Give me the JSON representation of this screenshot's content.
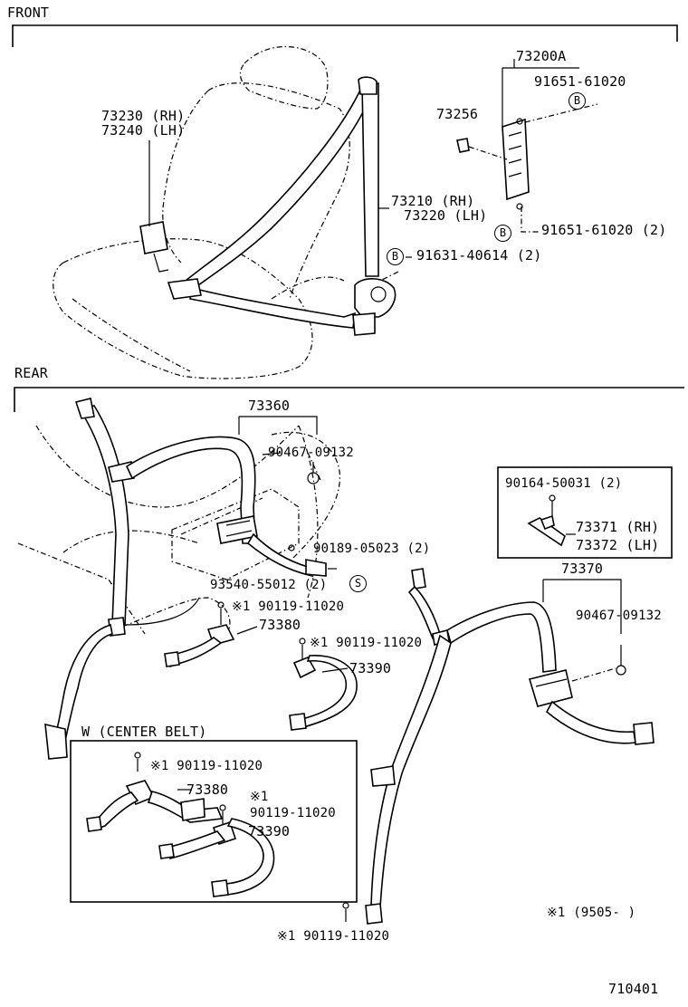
{
  "sections": {
    "front": "FRONT",
    "rear": "REAR"
  },
  "front_parts": {
    "p73200A": "73200A",
    "p91651_61020": "91651-61020",
    "p73256": "73256",
    "p73230": "73230 (RH)",
    "p73240": "73240 (LH)",
    "p73210": "73210 (RH)",
    "p73220": "73220 (LH)",
    "p91651_61020_2": "91651-61020 (2)",
    "p91631_40614_2": "91631-40614 (2)",
    "marker_b": "B"
  },
  "rear_parts": {
    "p73360": "73360",
    "p90467_09132_a": "90467-09132",
    "p90189_05023": "90189-05023 (2)",
    "p93540_55012": "93540-55012 (2)",
    "marker_s": "S",
    "p90119_a": "※1 90119-11020",
    "p73380": "73380",
    "p90119_b": "※1 90119-11020",
    "p73390": "73390",
    "p90164_50031": "90164-50031 (2)",
    "p73371": "73371 (RH)",
    "p73372": "73372 (LH)",
    "p73370": "73370",
    "p90467_09132_b": "90467-09132",
    "p90119_c": "※1 90119-11020"
  },
  "center_belt": {
    "title": "W (CENTER BELT)",
    "p90119_a": "※1 90119-11020",
    "p73380": "73380",
    "note1": "※1",
    "p90119_b": "90119-11020",
    "p73390": "73390"
  },
  "footnote": "※1 (9505-      )",
  "figure_id": "710401"
}
